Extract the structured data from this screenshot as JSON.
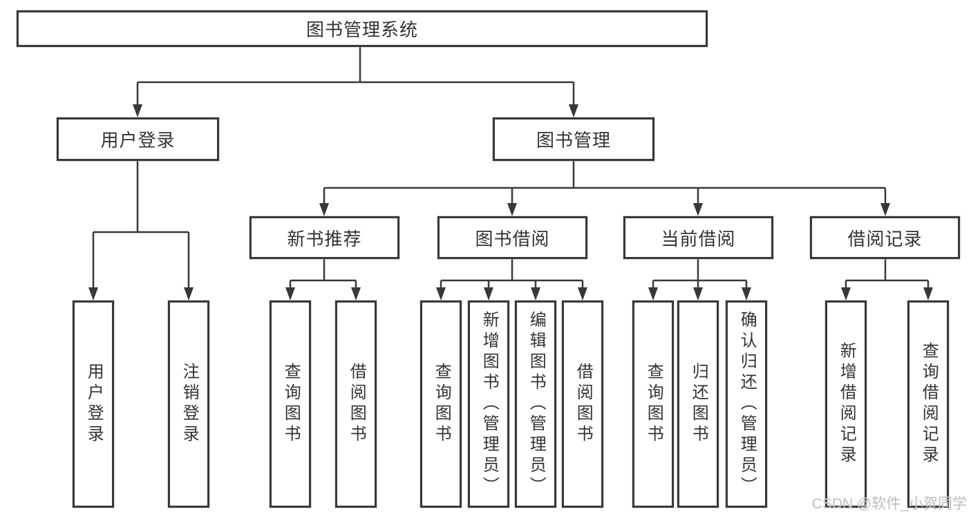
{
  "diagram": {
    "root": {
      "label": "图书管理系统"
    },
    "children": [
      {
        "label": "用户登录",
        "children": [
          {
            "label": "用户登录"
          },
          {
            "label": "注销登录"
          }
        ]
      },
      {
        "label": "图书管理",
        "children": [
          {
            "label": "新书推荐",
            "children": [
              {
                "label": "查询图书"
              },
              {
                "label": "借阅图书"
              }
            ]
          },
          {
            "label": "图书借阅",
            "children": [
              {
                "label": "查询图书"
              },
              {
                "label": "新增图书（管理员）"
              },
              {
                "label": "编辑图书（管理员）"
              },
              {
                "label": "借阅图书"
              }
            ]
          },
          {
            "label": "当前借阅",
            "children": [
              {
                "label": "查询图书"
              },
              {
                "label": "归还图书"
              },
              {
                "label": "确认归还（管理员）"
              }
            ]
          },
          {
            "label": "借阅记录",
            "children": [
              {
                "label": "新增借阅记录"
              },
              {
                "label": "查询借阅记录"
              }
            ]
          }
        ]
      }
    ]
  },
  "watermark": {
    "text": "CSDN @软件_小贺同学"
  },
  "colors": {
    "line": "#383838",
    "text": "#333333",
    "background": "#ffffff",
    "watermark": "#bcbcbc"
  }
}
